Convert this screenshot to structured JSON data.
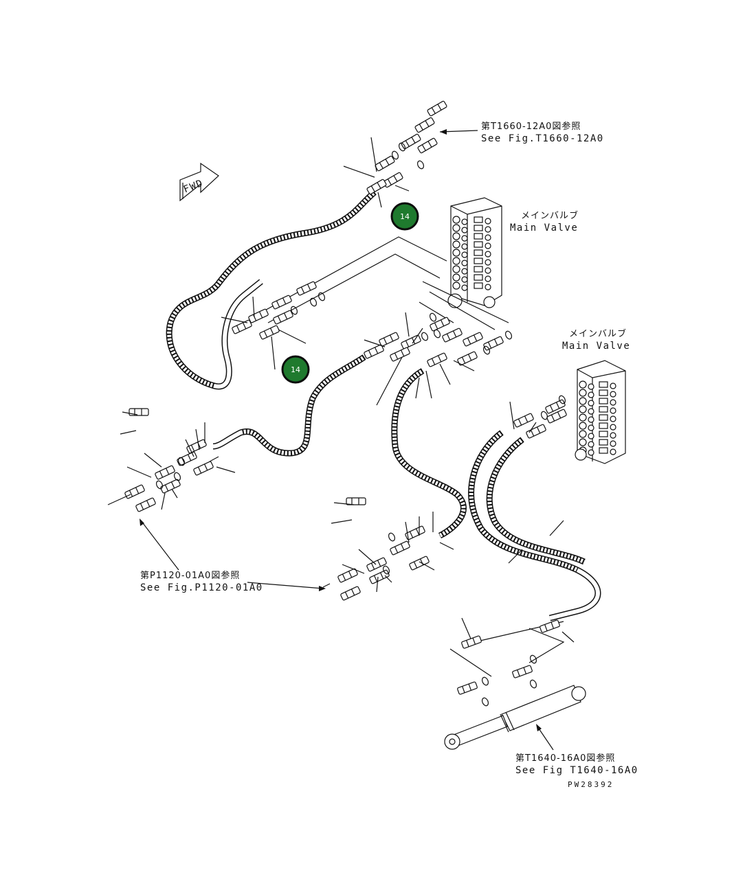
{
  "fwd_label": "FWD",
  "references": {
    "top": {
      "jp": "第T1660-12A0図参照",
      "en": "See Fig.T1660-12A0"
    },
    "left": {
      "jp": "第P1120-01A0図参照",
      "en": "See Fig.P1120-01A0"
    },
    "bottom": {
      "jp": "第T1640-16A0図参照",
      "en": "See Fig T1640-16A0"
    }
  },
  "main_valve_upper": {
    "jp": "メインバルブ",
    "en": "Main Valve"
  },
  "main_valve_lower": {
    "jp": "メインバルブ",
    "en": "Main Valve"
  },
  "callouts": [
    {
      "label": "14"
    },
    {
      "label": "14"
    }
  ],
  "drawing_code": "PW28392"
}
